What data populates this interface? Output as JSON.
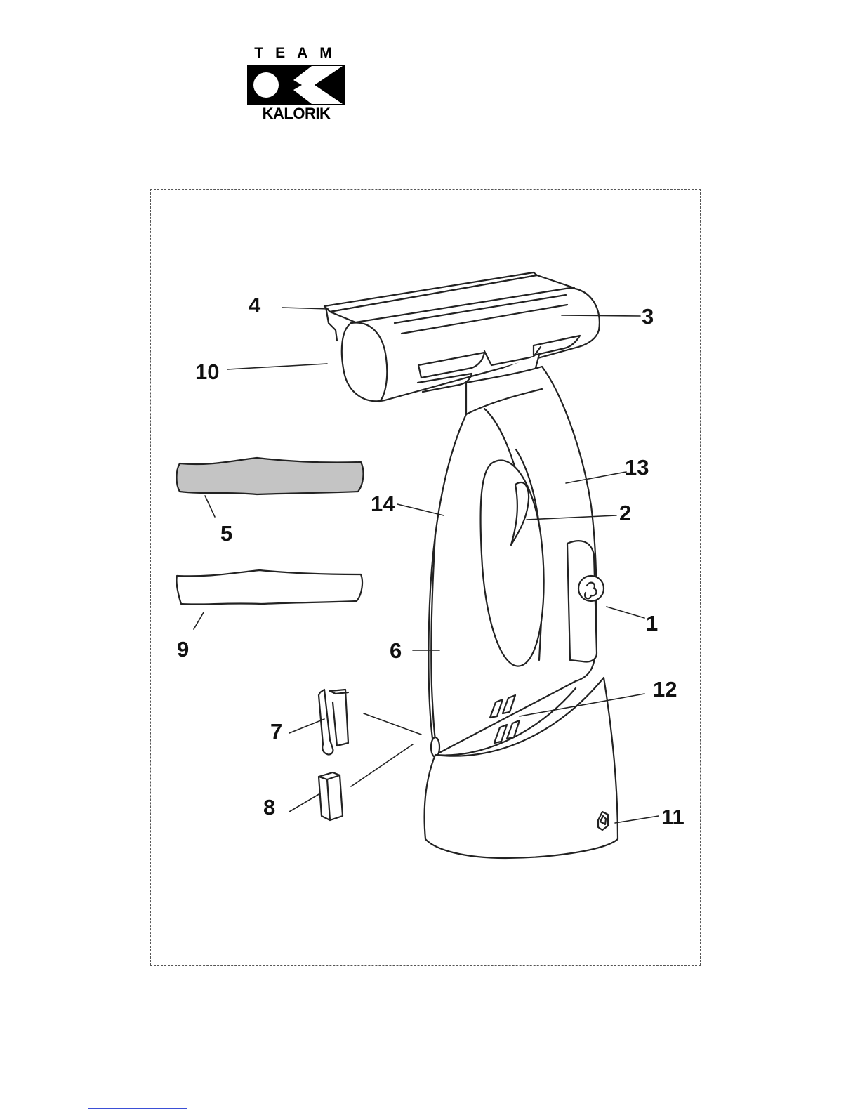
{
  "logo": {
    "line1": "TEAM",
    "line2": "KALORIK",
    "color": "#000000"
  },
  "callouts": {
    "c1": "1",
    "c2": "2",
    "c3": "3",
    "c4": "4",
    "c5": "5",
    "c6": "6",
    "c7": "7",
    "c8": "8",
    "c9": "9",
    "c10": "10",
    "c11": "11",
    "c12": "12",
    "c13": "13",
    "c14": "14"
  },
  "colors": {
    "line": "#222222",
    "pad_filled": "#c4c4c4",
    "link": "#3b4fd6"
  }
}
